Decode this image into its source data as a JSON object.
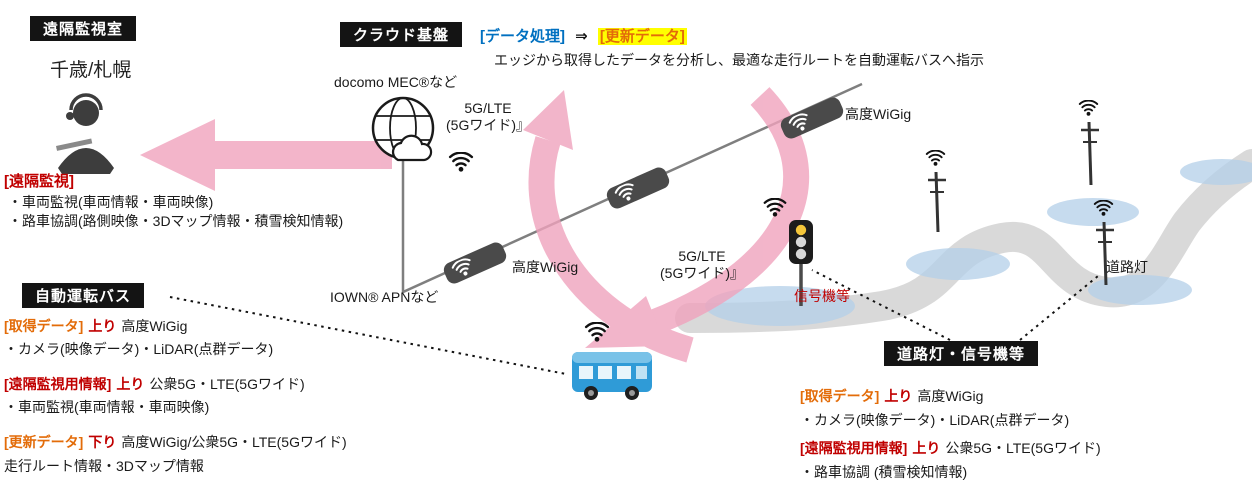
{
  "colors": {
    "red": "#c00000",
    "orange": "#e36c09",
    "blue": "#0070c0",
    "yellow_highlight": "#ffff00",
    "pink_arrow": "#f0a3bd",
    "road_gray": "#d9d9d9",
    "coverage_blue": "#b3cfe8",
    "box_black": "#141414",
    "bus_blue": "#2f9bd7"
  },
  "remote": {
    "room_title": "遠隔監視室",
    "location": "千歳/札幌",
    "monitor_title": "[遠隔監視]",
    "monitor_lines": [
      "・車両監視(車両情報・車両映像)",
      "・路車協調(路側映像・3Dマップ情報・積雪検知情報)"
    ]
  },
  "cloud": {
    "title": "クラウド基盤",
    "process_tag": "[データ処理]",
    "arrow": "⇒",
    "update_tag": "[更新データ]",
    "description": "エッジから取得したデータを分析し、最適な走行ルートを自動運転バスへ指示",
    "platform": "docomo MEC®など",
    "link_label": "5G/LTE\n(5Gワイド)』"
  },
  "network": {
    "apn_label": "IOWN® APNなど",
    "wigig_label_left": "高度WiGig",
    "wigig_label_right": "高度WiGig",
    "lte_label": "5G/LTE\n(5Gワイド)』",
    "signal_label": "信号機等",
    "streetlight_label": "道路灯"
  },
  "bus": {
    "title": "自動運転バス",
    "rows": [
      {
        "tag": "[取得データ]",
        "dir": "上り",
        "tech": "高度WiGig",
        "detail": "・カメラ(映像データ)・LiDAR(点群データ)"
      },
      {
        "tag": "[遠隔監視用情報]",
        "dir": "上り",
        "tech": "公衆5G・LTE(5Gワイド)",
        "detail": "・車両監視(車両情報・車両映像)"
      },
      {
        "tag": "[更新データ]",
        "dir": "下り",
        "tech": "高度WiGig/公衆5G・LTE(5Gワイド)",
        "detail": "走行ルート情報・3Dマップ情報"
      }
    ]
  },
  "roadside": {
    "title": "道路灯・信号機等",
    "rows": [
      {
        "tag": "[取得データ]",
        "dir": "上り",
        "tech": "高度WiGig",
        "detail": "・カメラ(映像データ)・LiDAR(点群データ)"
      },
      {
        "tag": "[遠隔監視用情報]",
        "dir": "上り",
        "tech": "公衆5G・LTE(5Gワイド)",
        "detail": "・路車協調 (積雪検知情報)"
      }
    ]
  }
}
